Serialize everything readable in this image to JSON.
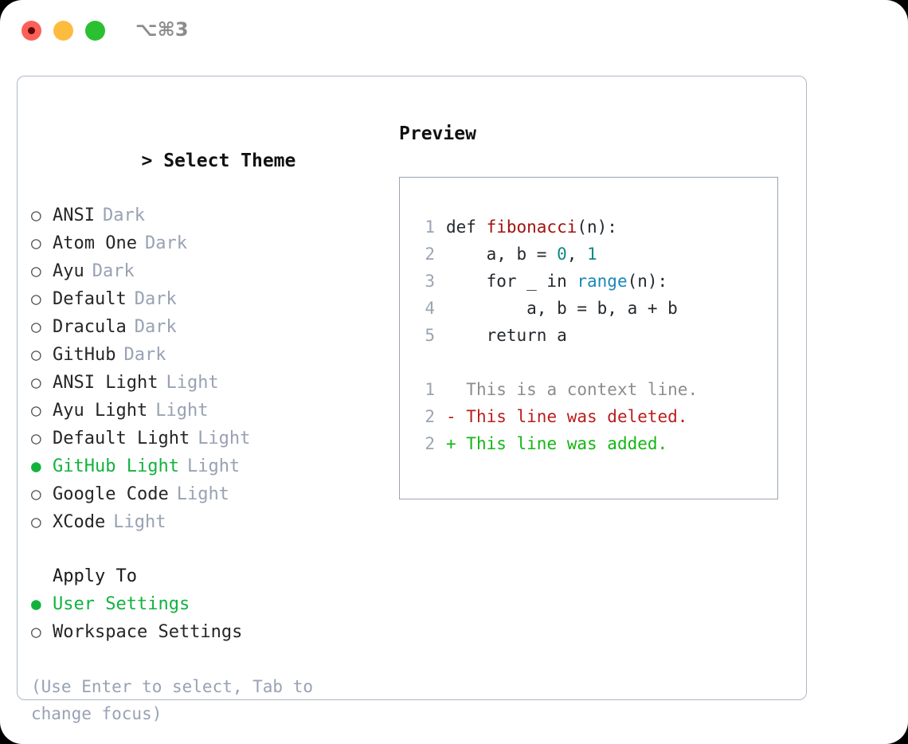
{
  "titlebar": {
    "shortcut": "⌥⌘3",
    "buttons": [
      {
        "name": "close",
        "color": "#fc6058"
      },
      {
        "name": "minimize",
        "color": "#fdbc40"
      },
      {
        "name": "maximize",
        "color": "#2ac030"
      }
    ]
  },
  "theme_picker": {
    "caret": ">",
    "title": "Select Theme",
    "marker_unselected": "○",
    "marker_selected": "●",
    "items": [
      {
        "label": "ANSI",
        "variant": "Dark",
        "selected": false
      },
      {
        "label": "Atom One",
        "variant": "Dark",
        "selected": false
      },
      {
        "label": "Ayu",
        "variant": "Dark",
        "selected": false
      },
      {
        "label": "Default",
        "variant": "Dark",
        "selected": false
      },
      {
        "label": "Dracula",
        "variant": "Dark",
        "selected": false
      },
      {
        "label": "GitHub",
        "variant": "Dark",
        "selected": false
      },
      {
        "label": "ANSI Light",
        "variant": "Light",
        "selected": false
      },
      {
        "label": "Ayu Light",
        "variant": "Light",
        "selected": false
      },
      {
        "label": "Default Light",
        "variant": "Light",
        "selected": false
      },
      {
        "label": "GitHub Light",
        "variant": "Light",
        "selected": true
      },
      {
        "label": "Google Code",
        "variant": "Light",
        "selected": false
      },
      {
        "label": "XCode",
        "variant": "Light",
        "selected": false
      }
    ]
  },
  "apply_to": {
    "heading": "Apply To",
    "items": [
      {
        "label": "User Settings",
        "selected": true
      },
      {
        "label": "Workspace Settings",
        "selected": false
      }
    ]
  },
  "hint": "(Use Enter to select, Tab to change focus)",
  "preview": {
    "title": "Preview",
    "code_lines": [
      {
        "lineno": "1",
        "tokens": [
          {
            "text": "def ",
            "type": "def"
          },
          {
            "text": "fibonacci",
            "type": "fn"
          },
          {
            "text": "(n):",
            "type": "plain"
          }
        ]
      },
      {
        "lineno": "2",
        "tokens": [
          {
            "text": "    a, b = ",
            "type": "plain"
          },
          {
            "text": "0",
            "type": "num"
          },
          {
            "text": ", ",
            "type": "plain"
          },
          {
            "text": "1",
            "type": "num"
          }
        ]
      },
      {
        "lineno": "3",
        "tokens": [
          {
            "text": "    for _ in ",
            "type": "plain"
          },
          {
            "text": "range",
            "type": "builtin"
          },
          {
            "text": "(n):",
            "type": "plain"
          }
        ]
      },
      {
        "lineno": "4",
        "tokens": [
          {
            "text": "        a, b = b, a + b",
            "type": "plain"
          }
        ]
      },
      {
        "lineno": "5",
        "tokens": [
          {
            "text": "    return a",
            "type": "plain"
          }
        ]
      }
    ],
    "diff_lines": [
      {
        "lineno": "1",
        "prefix": "  ",
        "text": "This is a context line.",
        "kind": "context"
      },
      {
        "lineno": "2",
        "prefix": "- ",
        "text": "This line was deleted.",
        "kind": "del"
      },
      {
        "lineno": "2",
        "prefix": "+ ",
        "text": "This line was added.",
        "kind": "add"
      }
    ]
  },
  "colors": {
    "accent_green": "#12b23f",
    "muted": "#98a2b3",
    "border": "#aeb7c4",
    "preview_border": "#9aa5b1",
    "diff_add": "#13b613",
    "diff_del": "#bb1d1d",
    "fn_red": "#a1120f",
    "num_teal": "#0d8a82",
    "builtin_blue": "#1a87b8"
  }
}
